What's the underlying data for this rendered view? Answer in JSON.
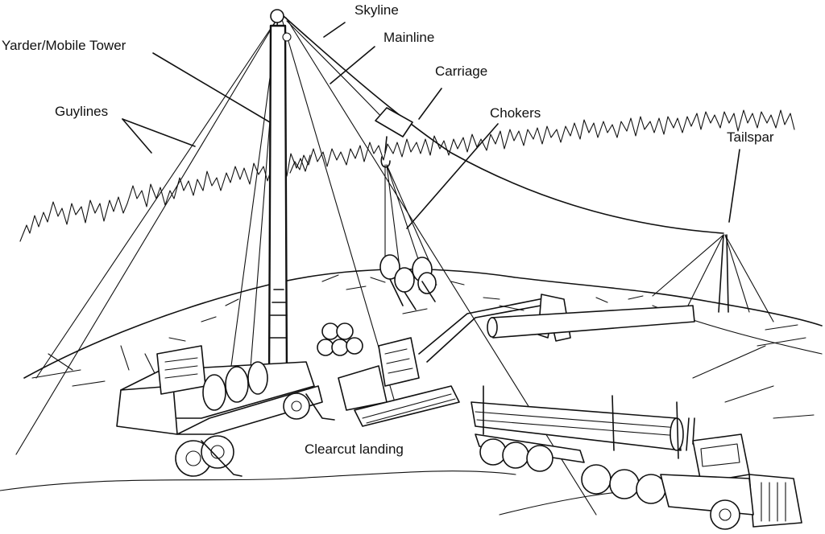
{
  "diagram": {
    "labels": {
      "skyline": "Skyline",
      "yarder": "Yarder/Mobile Tower",
      "mainline": "Mainline",
      "carriage": "Carriage",
      "guylines": "Guylines",
      "chokers": "Chokers",
      "tailspar": "Tailspar",
      "landing": "Clearcut landing"
    },
    "colors": {
      "ink": "#111111",
      "paper": "#ffffff"
    }
  }
}
